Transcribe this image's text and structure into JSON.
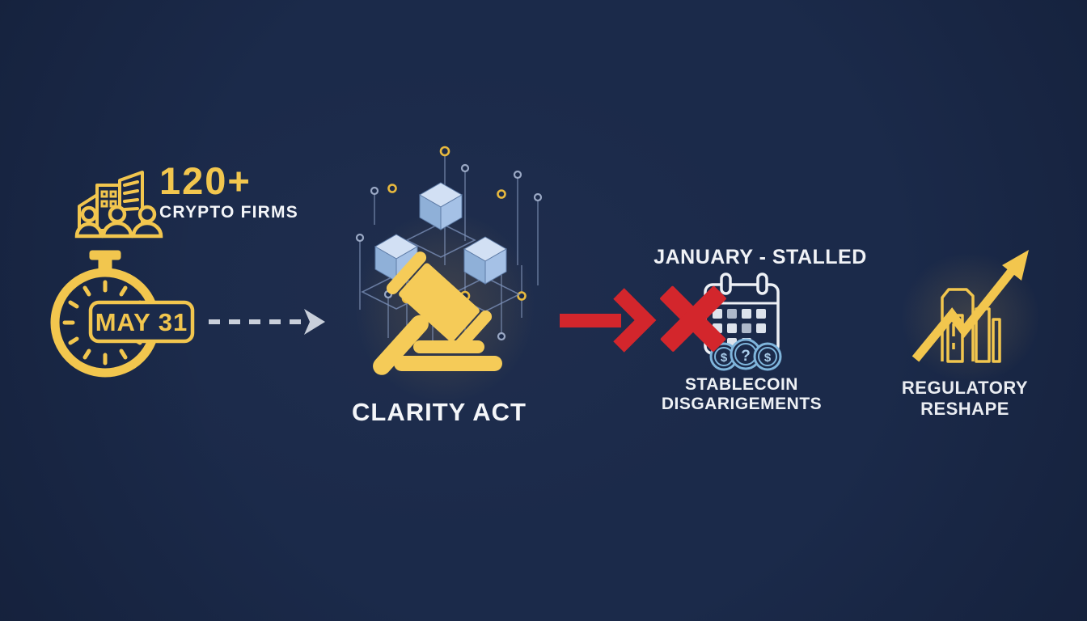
{
  "infographic": {
    "firms": {
      "count": "120+",
      "label": "CRYPTO FIRMS"
    },
    "deadline": {
      "date": "MAY 31"
    },
    "act": {
      "title": "CLARITY ACT"
    },
    "stalled": {
      "header": "JANUARY - STALLED",
      "caption_line1": "STABLECOIN",
      "caption_line2": "DISGARIGEMENTS",
      "coin_symbols": [
        "$",
        "?",
        "$"
      ]
    },
    "outcome": {
      "caption_line1": "REGULATORY",
      "caption_line2": "RESHAPE"
    }
  },
  "colors": {
    "background": "#1b2a4a",
    "gold": "#f2c64e",
    "white_text": "#f4f6f9",
    "red": "#d3262c",
    "coin_blue": "#7fb5dc",
    "cube_top": "#d2e0f4",
    "cube_left": "#8fb0d8",
    "cube_right": "#a5c1e6",
    "dash_gray": "#c9cfda"
  }
}
